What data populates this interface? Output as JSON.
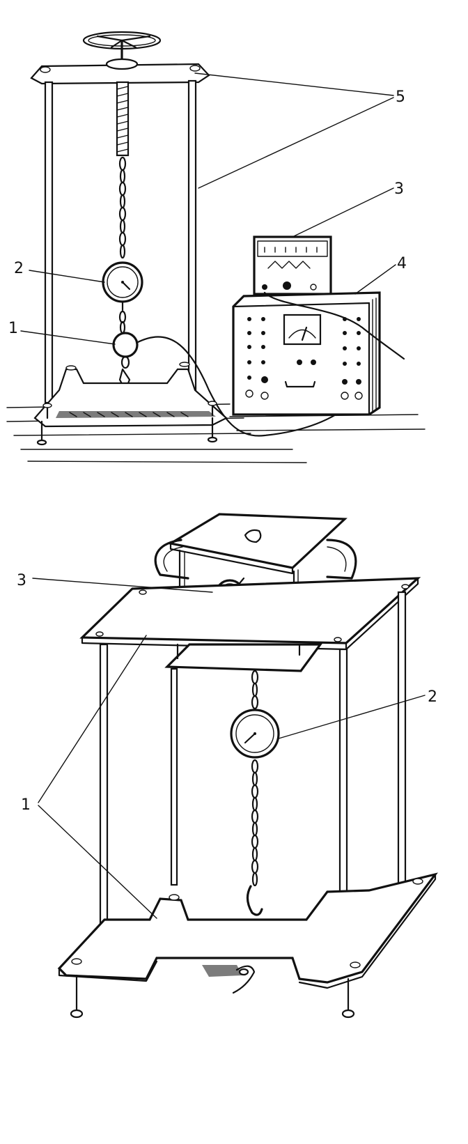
{
  "figures": [
    {
      "id": "top",
      "callouts": [
        "1",
        "2",
        "3",
        "4",
        "5"
      ]
    },
    {
      "id": "bottom",
      "callouts": [
        "1",
        "2",
        "3"
      ]
    }
  ],
  "colors": {
    "ink": "#111111",
    "paper": "#ffffff"
  }
}
